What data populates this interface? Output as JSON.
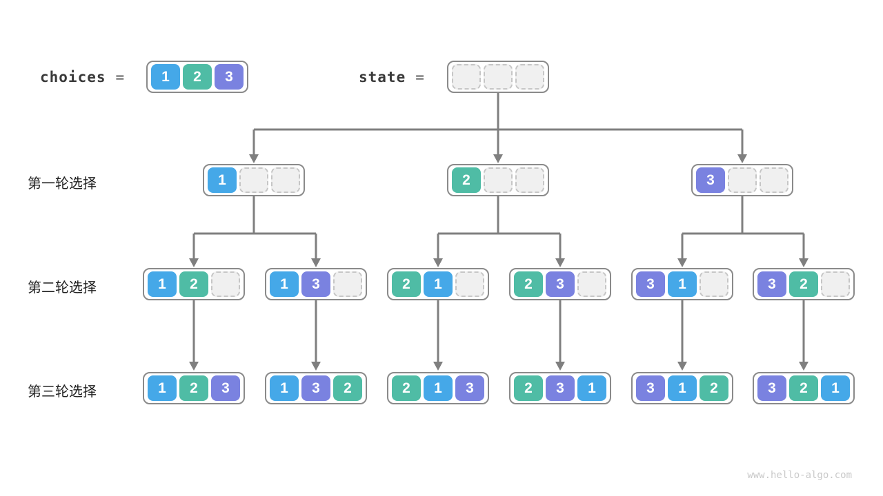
{
  "title_row": {
    "choices_label": "choices",
    "choices_equals": "=",
    "choices_values": [
      "1",
      "2",
      "3"
    ],
    "state_label": "state",
    "state_equals": "=",
    "state_values": [
      "",
      "",
      ""
    ]
  },
  "rows": [
    {
      "label": "第一轮选择",
      "nodes": [
        [
          "1",
          "",
          ""
        ],
        [
          "2",
          "",
          ""
        ],
        [
          "3",
          "",
          ""
        ]
      ]
    },
    {
      "label": "第二轮选择",
      "nodes": [
        [
          "1",
          "2",
          ""
        ],
        [
          "1",
          "3",
          ""
        ],
        [
          "2",
          "1",
          ""
        ],
        [
          "2",
          "3",
          ""
        ],
        [
          "3",
          "1",
          ""
        ],
        [
          "3",
          "2",
          ""
        ]
      ]
    },
    {
      "label": "第三轮选择",
      "nodes": [
        [
          "1",
          "2",
          "3"
        ],
        [
          "1",
          "3",
          "2"
        ],
        [
          "2",
          "1",
          "3"
        ],
        [
          "2",
          "3",
          "1"
        ],
        [
          "3",
          "1",
          "2"
        ],
        [
          "3",
          "2",
          "1"
        ]
      ]
    }
  ],
  "palette": {
    "1": "#45a8e8",
    "2": "#4fbca5",
    "3": "#7a82e0"
  },
  "colors": {
    "line": "#7f7f7f",
    "box_border": "#8a8a8a",
    "empty_fill": "#f0f0f0",
    "empty_border": "#c6c6c6",
    "label_text": "#212121",
    "code_text": "#3a3a3a",
    "watermark": "#c9c9c9"
  },
  "watermark": "www.hello-algo.com"
}
